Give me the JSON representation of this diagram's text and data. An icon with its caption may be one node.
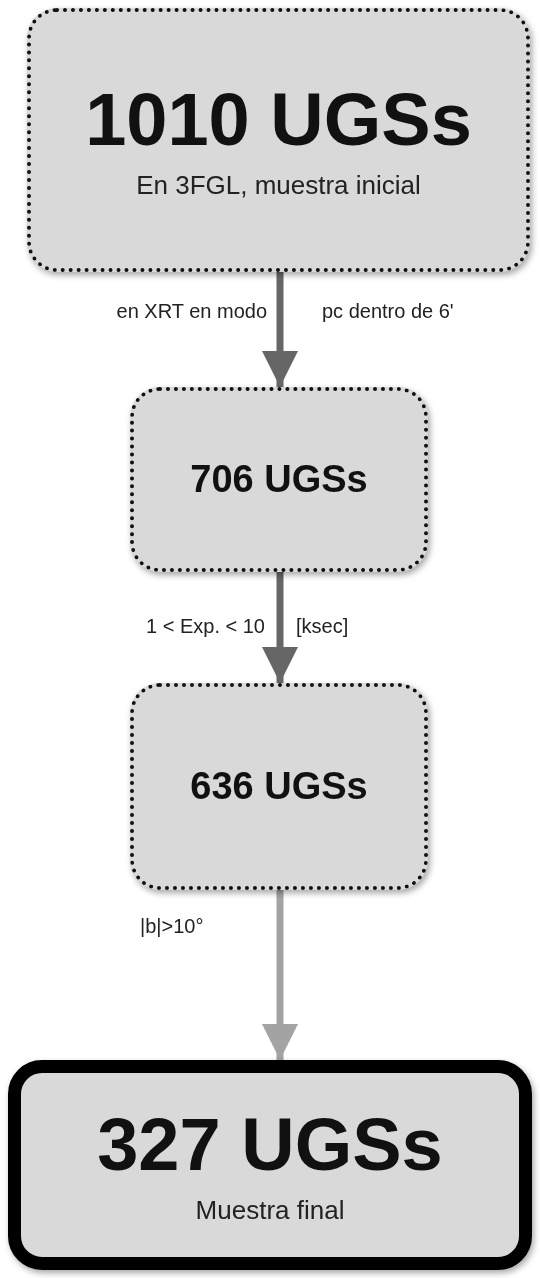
{
  "diagram": {
    "nodes": [
      {
        "text": [
          "1010 UGSs",
          "En 3FGL, muestra inicial"
        ]
      },
      {
        "text": [
          "706 UGSs"
        ]
      },
      {
        "text": [
          "636 UGSs"
        ]
      },
      {
        "text": [
          "327 UGSs",
          "Muestra final"
        ]
      }
    ],
    "edges": [
      {
        "from": 0,
        "to": 1,
        "arrow": "to",
        "label": "en XRT en modo"
      },
      {
        "from": 1,
        "to": 2,
        "arrow": "to",
        "label": "1 < Exp. < 10"
      },
      {
        "from": 2,
        "to": 3,
        "arrow": "to",
        "label": "|b|>10°",
        "color": "#a3a3a3"
      }
    ],
    "labels": [
      "pc dentro de 6'",
      "[ksec]"
    ]
  }
}
